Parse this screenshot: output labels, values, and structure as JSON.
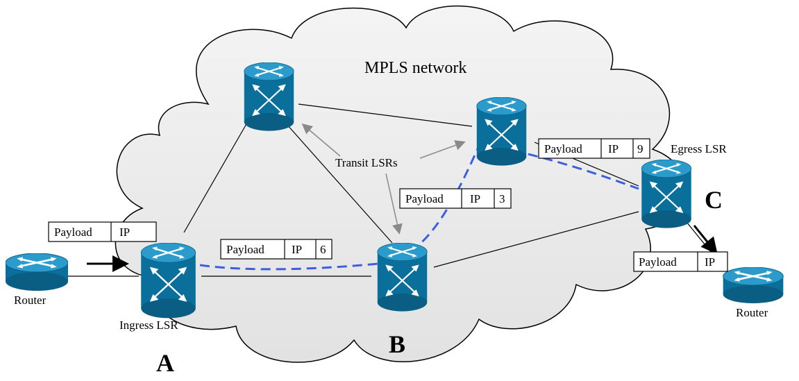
{
  "network_label": "MPLS network",
  "transit_label": "Transit LSRs",
  "nodes": {
    "router_left": {
      "label": "Router"
    },
    "ingress": {
      "label": "Ingress LSR",
      "letter": "A"
    },
    "transit_top": {
      "label": ""
    },
    "transit_right": {
      "label": ""
    },
    "transit_mid": {
      "label": "",
      "letter": "B"
    },
    "egress": {
      "label": "Egress LSR",
      "letter": "C"
    },
    "router_right": {
      "label": "Router"
    }
  },
  "packets": {
    "ingress_in": {
      "payload": "Payload",
      "ip": "IP"
    },
    "a_to_b": {
      "payload": "Payload",
      "ip": "IP",
      "label": "6"
    },
    "b_to_top": {
      "payload": "Payload",
      "ip": "IP",
      "label": "3"
    },
    "top_to_c": {
      "payload": "Payload",
      "ip": "IP",
      "label": "9"
    },
    "egress_out": {
      "payload": "Payload",
      "ip": "IP"
    }
  },
  "colors": {
    "device": "#0a6f9a",
    "device_top": "#1f93c2",
    "lsp_path": "#3b5fe0",
    "cloud_fill": "#ececec"
  }
}
